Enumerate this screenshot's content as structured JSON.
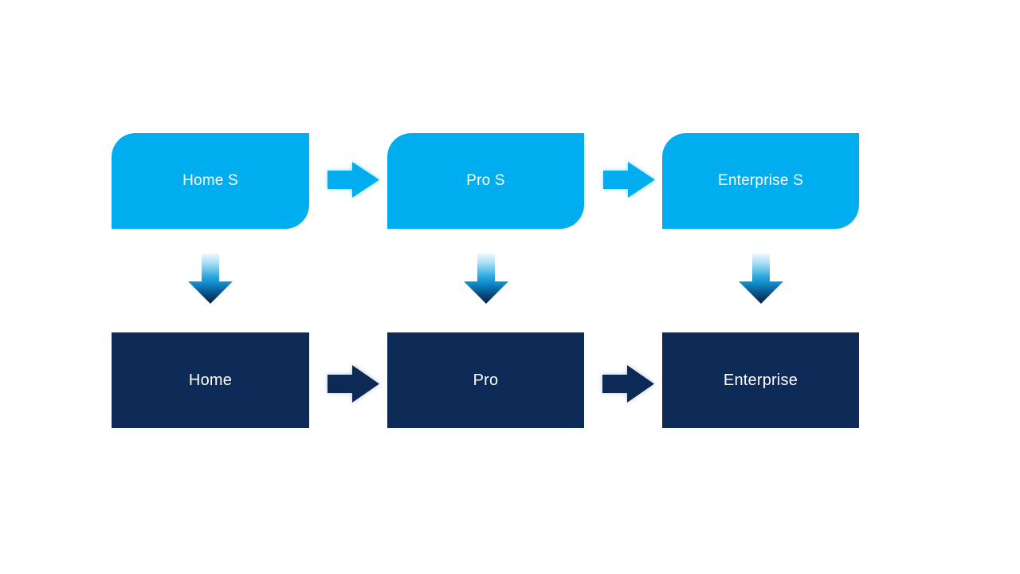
{
  "diagram": {
    "type": "upgrade-path-flow",
    "columns": [
      {
        "top": {
          "label": "Home S"
        },
        "bottom": {
          "label": "Home"
        }
      },
      {
        "top": {
          "label": "Pro S"
        },
        "bottom": {
          "label": "Pro"
        }
      },
      {
        "top": {
          "label": "Enterprise S"
        },
        "bottom": {
          "label": "Enterprise"
        }
      }
    ],
    "connectors": {
      "top_row": "right-arrow",
      "bottom_row": "right-arrow",
      "between_rows": "down-arrow"
    },
    "colors": {
      "top_box": "#00AEEF",
      "bottom_box": "#0E2A56",
      "text": "#FFFFFF",
      "top_arrow": "#00AEEF",
      "top_arrow_glow": "#7FD8F8",
      "bottom_arrow": "#0E2A56",
      "bottom_arrow_glow": "#AFBDD4",
      "down_arrow_gradient": [
        "#ECF8FE",
        "#AEE0F6",
        "#2FAAE0",
        "#0C85C4",
        "#0C4A7E",
        "#081F44"
      ],
      "background": "#FFFFFF"
    }
  }
}
